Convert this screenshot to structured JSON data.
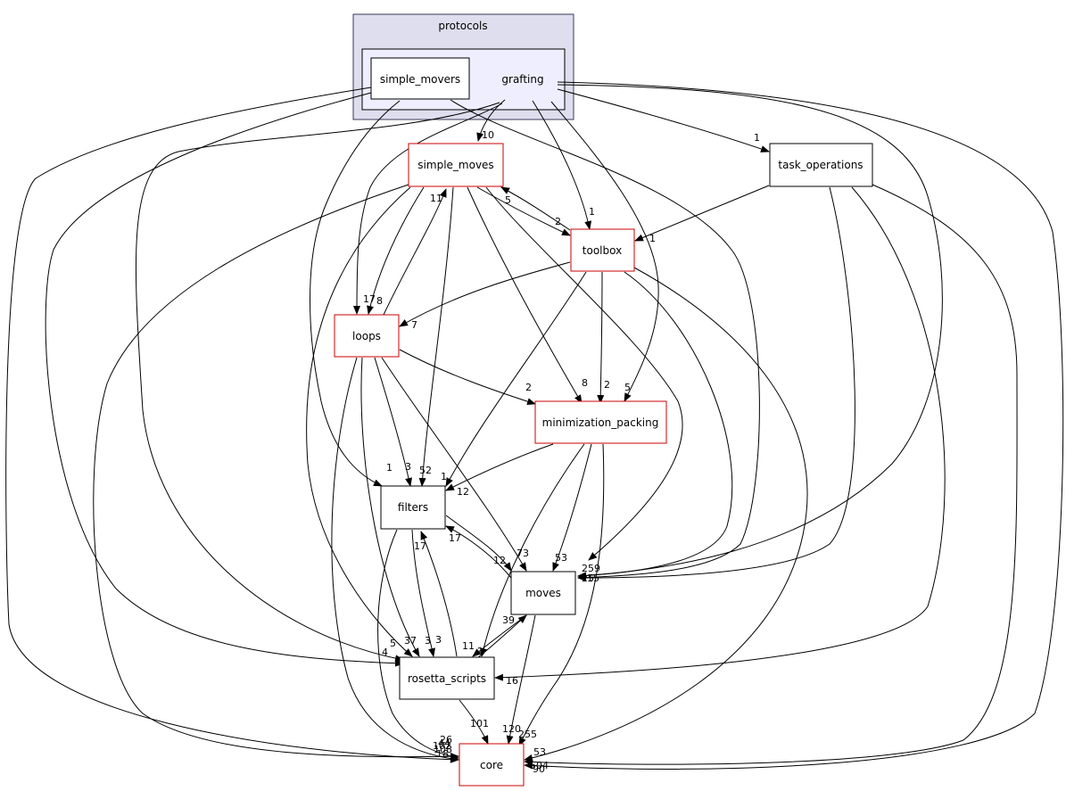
{
  "cluster": {
    "label": "protocols"
  },
  "nodes": {
    "simple_movers": "simple_movers",
    "grafting": "grafting",
    "simple_moves": "simple_moves",
    "task_operations": "task_operations",
    "toolbox": "toolbox",
    "loops": "loops",
    "minimization_packing": "minimization_packing",
    "filters": "filters",
    "moves": "moves",
    "rosetta_scripts": "rosetta_scripts",
    "core": "core"
  },
  "edge_labels": {
    "g_sm": "10",
    "g_to": "1",
    "g_tb": "1",
    "g_mp": "5",
    "g_lp": "17",
    "sm_tb": "2",
    "tb_sm": "5",
    "sm_lp": "8",
    "lp_sm": "11",
    "sm_mp": "8",
    "sm_fi": "52",
    "to_tb": "1",
    "tb_lp": "7",
    "tb_mp": "2",
    "lp_mp": "2",
    "lp_fi": "3",
    "smv_fi": "1",
    "mp_fi": "1",
    "lp_mo": "73",
    "mp_mo": "53",
    "mp_fi12": "12",
    "mo_fi": "17",
    "fi_mo": "12",
    "fi_rs": "17",
    "rs_fi": "3",
    "lp_rs": "3",
    "sm_rs": "37",
    "smv_rs": "5",
    "rs_mo": "39",
    "mo_rs": "11",
    "mp_rs": "2",
    "smv_rs4": "4",
    "to_rs": "16",
    "g_mo_a": "259",
    "g_mo_b": "15",
    "g_mo_c": "25",
    "rs_co": "101",
    "mo_co": "120",
    "mp_co": "255",
    "to_co": "53",
    "g_co_a": "504",
    "g_co_b": "90",
    "lp_co_a": "26",
    "lp_co_b": "44",
    "fi_co": "102",
    "smv_co": "18",
    "sm_co": "108"
  },
  "colors": {
    "cluster_outer_fill": "#dedeee",
    "cluster_outer_stroke": "#3a3a5a",
    "cluster_inner_fill": "#eeeeff",
    "node_red_border": "#cc0000",
    "node_black_border": "#000000"
  }
}
